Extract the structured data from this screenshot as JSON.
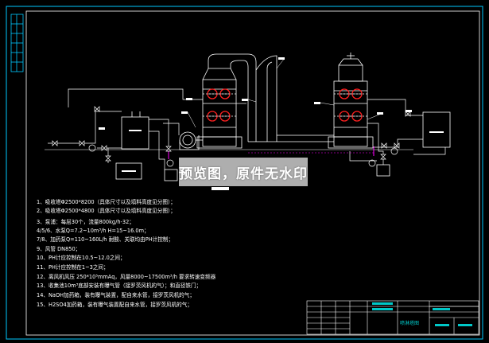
{
  "notes": [
    "1、吸收塔Φ2500*8200（具体尺寸以及填料高度见分图）；",
    "2、吸收塔Φ2500*4800（具体尺寸以及填料高度见分图）；",
    "3、泵浦：每层30个，流量800kg/h-32；",
    "4/5/6、水泵Q=7.2~10m³/h  H=15~16.0m；",
    "7/8、加药泵Q=110~160L/h 耐酸、关联均由PH计控制；",
    "9、风管 DN850；",
    "10、PH计应控制在10.5~12.0之间；",
    "11、PH计应控制在1~3之间；",
    "12、离风机风压 250*10⁵mmAq，风量8000~17500m³/h 要求转速变频器",
    "13、收集池10m³底部安装有曝气管（接罗茨风机的气）；和直径铁门；",
    "14、NaOH加药箱，装有曝气装置，配自来水管，接罗茨风机的气；",
    "15、H2SO4加药箱，装有曝气装置配自来水管，接罗茨风机的气；"
  ],
  "title_block": {
    "drawing_name": "喷淋塔图"
  },
  "watermark": "预览图，原件无水印",
  "colors": {
    "background": "#000000",
    "lines": "#ffffff",
    "frame": "#00c8ff",
    "spray_ring": "#ff2020",
    "magenta": "#ff00ff"
  }
}
